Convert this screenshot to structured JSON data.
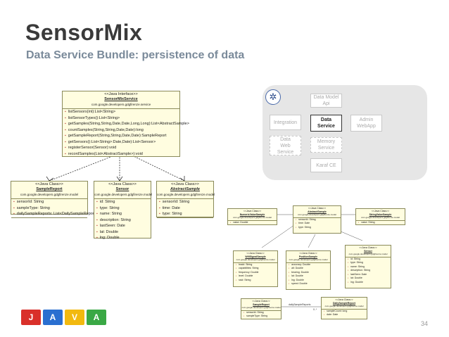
{
  "slide": {
    "title": "SensorMix",
    "subtitle": "Data Service Bundle: persistence of data",
    "page": "34"
  },
  "diagram_left": {
    "interface": {
      "stereotype": "<<Java Interface>>",
      "name": "SensorMixService",
      "package": "com.google.developers.gdgfirenze.service",
      "methods": [
        "listSensors(int):List<String>",
        "listSensorTypes():List<String>",
        "getSamples(String,String,Date,Date,Long,Long):List<AbstractSample>",
        "countSamples(String,String,Date,Date):long",
        "getSampleReport(String,String,Date,Date):SampleReport",
        "getSensors():List<String>:Date,Date):List<Sensor>",
        "registerSensor(Sensor):void",
        "recordSamples(List<AbstractSample>):void"
      ]
    },
    "classes": [
      {
        "stereotype": "<<Java Class>>",
        "name": "SampleReport",
        "package": "com.google.developers.gdgfirenze.model",
        "fields": [
          "sensorId: String",
          "sampleType: String",
          "dailySampleReports: List<DailySampleReport>"
        ]
      },
      {
        "stereotype": "<<Java Class>>",
        "name": "Sensor",
        "package": "com.google.developers.gdgfirenze.model",
        "fields": [
          "id: String",
          "type: String",
          "name: String",
          "description: String",
          "lastSeen: Date",
          "lat: Double",
          "lng: Double"
        ]
      },
      {
        "stereotype": "<<Java Class>>",
        "name": "AbstractSample",
        "package": "com.google.developers.gdgfirenze.model",
        "fields": [
          "sensorId: String",
          "time: Date",
          "type: String"
        ]
      }
    ]
  },
  "architecture": {
    "boxes": [
      "Data Model Api",
      "Integration",
      "Data\nService",
      "Admin\nWebApp",
      "Data\nWeb\nService",
      "Memory\nService",
      "Karaf CE"
    ]
  },
  "diagram_right": {
    "classes": [
      {
        "stereotype": "<<Java Class>>",
        "name": "AbstractSample",
        "package": "com.google.developers.gdgfirenze.model",
        "fields": [
          "sensorId: String",
          "time: Date",
          "type: String"
        ]
      },
      {
        "stereotype": "<<Java Class>>",
        "name": "NumericValueSample",
        "package": "com.google.developers.gdgfirenze.model",
        "fields": [
          "value: Double"
        ]
      },
      {
        "stereotype": "<<Java Class>>",
        "name": "StringValueSample",
        "package": "com.google.developers.gdgfirenze.model",
        "fields": [
          "value: String"
        ]
      },
      {
        "stereotype": "<<Java Class>>",
        "name": "WifiSignalSample",
        "package": "com.google.developers.gdgfirenze.model",
        "fields": [
          "bssid: String",
          "capabilities: String",
          "frequency: Double",
          "level: Double",
          "ssid: String"
        ]
      },
      {
        "stereotype": "<<Java Class>>",
        "name": "PositionSample",
        "package": "com.google.developers.gdgfirenze.model",
        "fields": [
          "accuracy: Double",
          "alt: Double",
          "bearing: Double",
          "lat: Double",
          "lng: Double",
          "speed: Double"
        ]
      },
      {
        "stereotype": "<<Java Class>>",
        "name": "Sensor",
        "package": "com.google.developers.gdgfirenze.model",
        "fields": [
          "id: String",
          "type: String",
          "name: String",
          "description: String",
          "lastSeen: Date",
          "lat: Double",
          "lng: Double"
        ]
      },
      {
        "stereotype": "<<Java Class>>",
        "name": "SampleReport",
        "package": "com.google.developers.gdgfirenze.model",
        "fields": [
          "sensorId: String",
          "sampleType: String"
        ]
      },
      {
        "stereotype": "<<Java Class>>",
        "name": "DailySampleReport",
        "package": "com.google.developers.gdgfirenze.model",
        "fields": [
          "sampleCount: long",
          "date: Date"
        ]
      }
    ],
    "assoc_label": "dailySampleReports",
    "assoc_mult": "0..*"
  },
  "tiles": [
    {
      "letter": "J",
      "color": "#d9302a"
    },
    {
      "letter": "A",
      "color": "#2a6fd0"
    },
    {
      "letter": "V",
      "color": "#f2b90f"
    },
    {
      "letter": "A",
      "color": "#3aa845"
    }
  ]
}
